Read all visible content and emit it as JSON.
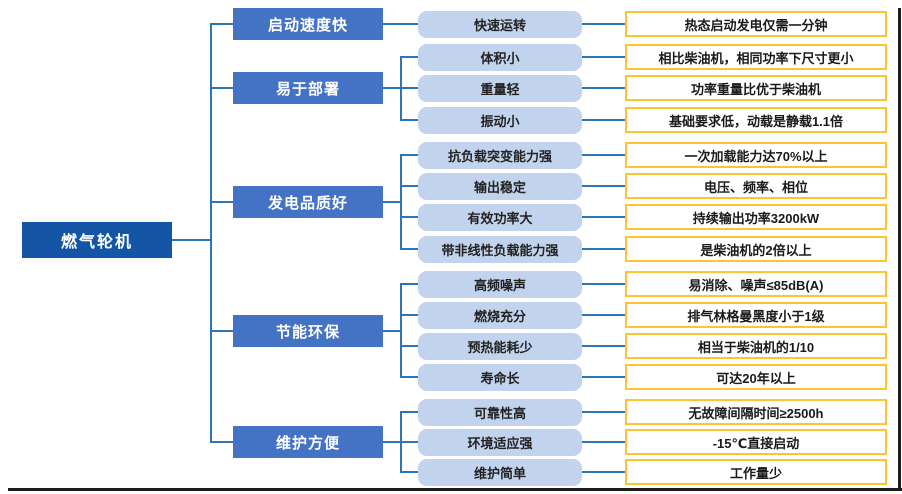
{
  "root": {
    "label": "燃气轮机"
  },
  "branches": [
    {
      "label": "启动速度快",
      "children": [
        {
          "label": "快速运转",
          "detail": "热态启动发电仅需一分钟"
        }
      ]
    },
    {
      "label": "易于部署",
      "children": [
        {
          "label": "体积小",
          "detail": "相比柴油机，相同功率下尺寸更小"
        },
        {
          "label": "重量轻",
          "detail": "功率重量比优于柴油机"
        },
        {
          "label": "振动小",
          "detail": "基础要求低，动载是静载1.1倍"
        }
      ]
    },
    {
      "label": "发电品质好",
      "children": [
        {
          "label": "抗负载突变能力强",
          "detail": "一次加载能力达70%以上"
        },
        {
          "label": "输出稳定",
          "detail": "电压、频率、相位"
        },
        {
          "label": "有效功率大",
          "detail": "持续输出功率3200kW"
        },
        {
          "label": "带非线性负载能力强",
          "detail": "是柴油机的2倍以上"
        }
      ]
    },
    {
      "label": "节能环保",
      "children": [
        {
          "label": "高频噪声",
          "detail": "易消除、噪声≤85dB(A)"
        },
        {
          "label": "燃烧充分",
          "detail": "排气林格曼黑度小于1级"
        },
        {
          "label": "预热能耗少",
          "detail": "相当于柴油机的1/10"
        },
        {
          "label": "寿命长",
          "detail": "可达20年以上"
        }
      ]
    },
    {
      "label": "维护方便",
      "children": [
        {
          "label": "可靠性高",
          "detail": "无故障间隔时间≥2500h"
        },
        {
          "label": "环境适应强",
          "detail": "-15℃直接启动"
        },
        {
          "label": "维护简单",
          "detail": "工作量少"
        }
      ]
    }
  ],
  "colors": {
    "root_fill": "#1456A5",
    "branch_fill": "#4472C4",
    "feature_fill": "#C2D3ED",
    "detail_border": "#FFC233",
    "connector_line": "#2E75B6"
  }
}
